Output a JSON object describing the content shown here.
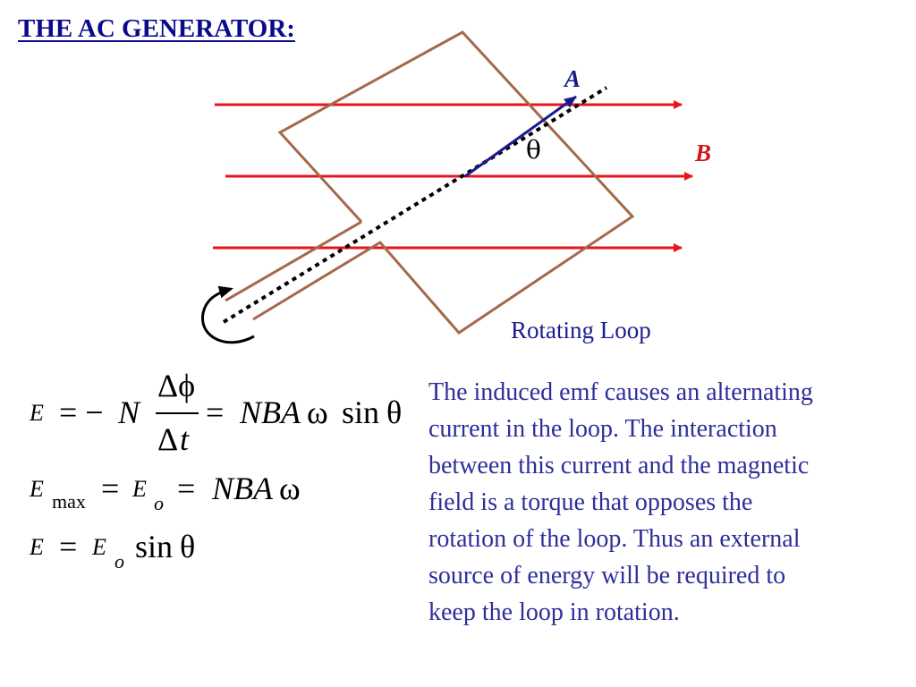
{
  "title": "THE AC GENERATOR:",
  "diagram": {
    "vector_label": "A",
    "field_label": "B",
    "angle_label": "θ",
    "caption": "Rotating Loop",
    "colors": {
      "field_lines": "#e8141b",
      "loop": "#a5694a",
      "area_vector": "#1a1a8c",
      "axis": "#000000",
      "field_label": "#d01818",
      "vector_label": "#1a1a8c"
    }
  },
  "equations": {
    "eq1": {
      "lhs": "E",
      "part1": "= −",
      "N": "N",
      "num": "Δϕ",
      "den_delta": "Δ",
      "den_t": "t",
      "eq2": "=",
      "rhs": "NBA",
      "omega": "ω",
      "sin": "sin",
      "theta": "θ"
    },
    "eq2": {
      "lhs": "E",
      "sub": "max",
      "eq": "=",
      "mid": "E",
      "mid_sub": "o",
      "eq2": "=",
      "rhs": "NBA",
      "omega": "ω"
    },
    "eq3": {
      "lhs": "E",
      "eq": "=",
      "mid": "E",
      "mid_sub": "o",
      "sin": "sin",
      "theta": "θ"
    }
  },
  "description": {
    "lines": [
      "The induced emf causes an alternating",
      "current in the loop.  The interaction",
      "between this current and the magnetic",
      "field is a torque that opposes the",
      "rotation of the loop.  Thus an external",
      "source of energy will be required to",
      "keep the loop in rotation."
    ]
  }
}
